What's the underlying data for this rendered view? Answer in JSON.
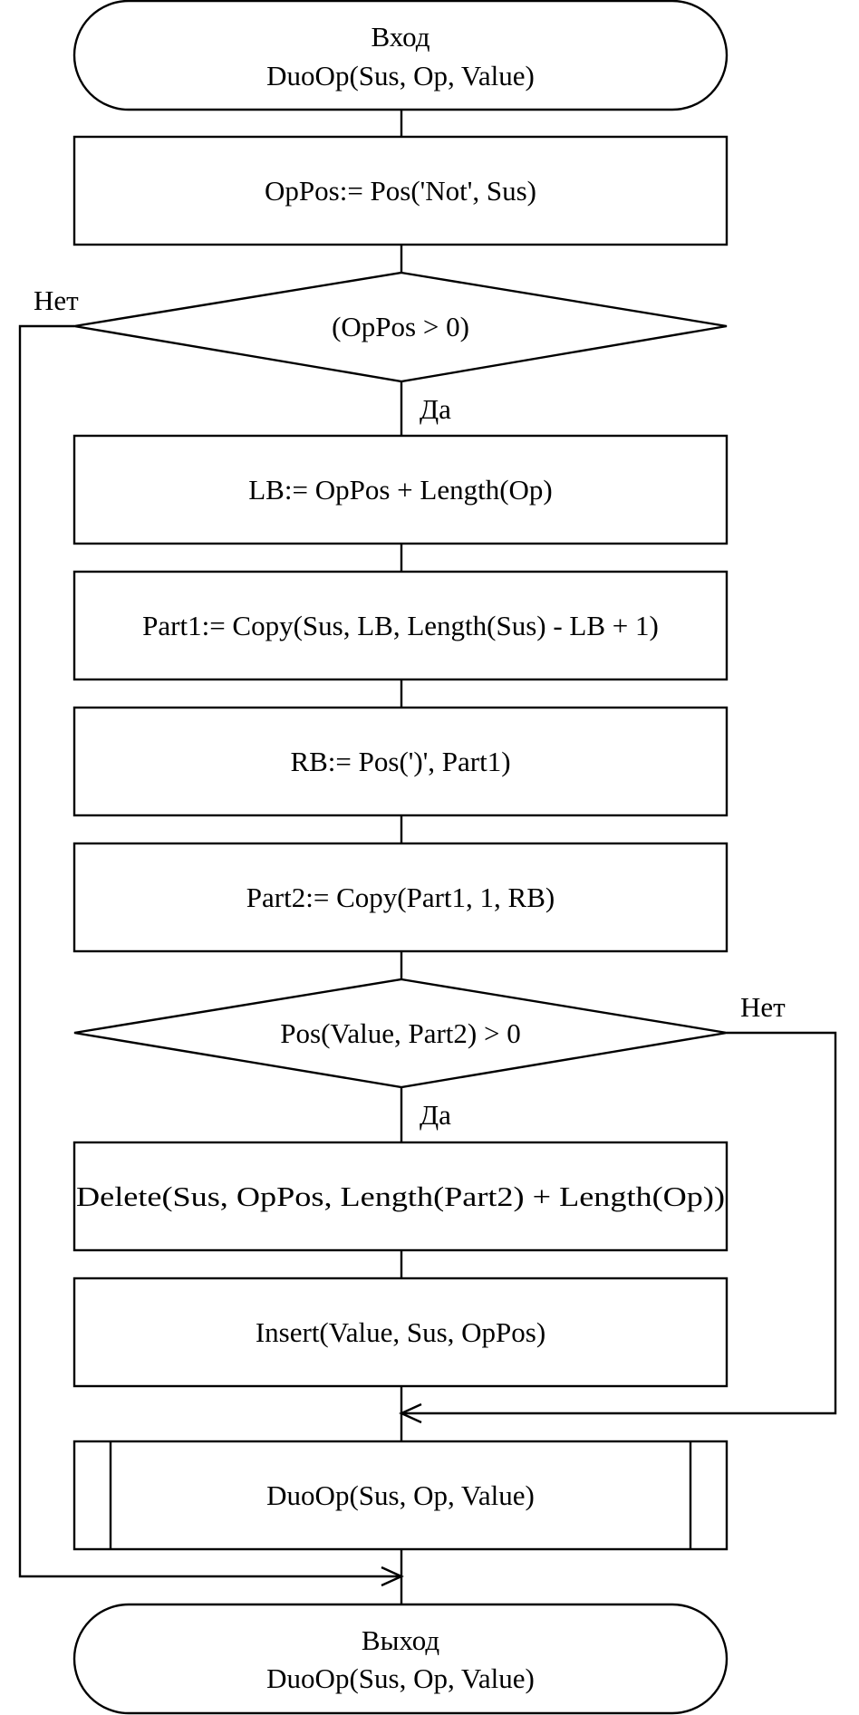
{
  "flowchart": {
    "start": {
      "line1": "Вход",
      "line2": "DuoOp(Sus, Op, Value)"
    },
    "step_oppos": "OpPos:= Pos('Not', Sus)",
    "decision_1": {
      "text": "(OpPos > 0)",
      "yes": "Да",
      "no": "Нет"
    },
    "step_lb": "LB:= OpPos + Length(Op)",
    "step_part1": "Part1:= Copy(Sus, LB, Length(Sus) - LB + 1)",
    "step_rb": "RB:= Pos(')', Part1)",
    "step_part2": "Part2:= Copy(Part1, 1, RB)",
    "decision_2": {
      "text": "Pos(Value, Part2) > 0",
      "yes": "Да",
      "no": "Нет"
    },
    "step_delete": "Delete(Sus, OpPos, Length(Part2) + Length(Op))",
    "step_insert": "Insert(Value, Sus, OpPos)",
    "subprocess_call": "DuoOp(Sus, Op, Value)",
    "end": {
      "line1": "Выход",
      "line2": "DuoOp(Sus, Op, Value)"
    }
  }
}
